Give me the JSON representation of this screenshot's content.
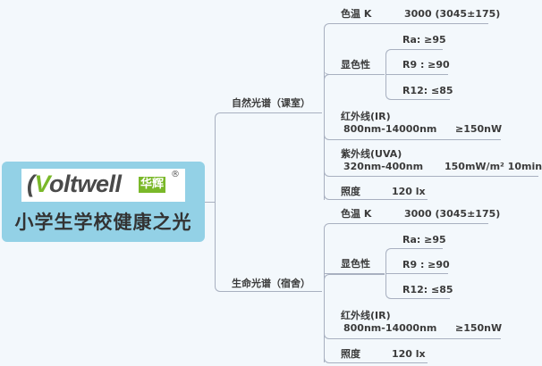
{
  "root": {
    "logo": {
      "brand_prefix": "(",
      "brand_v": "V",
      "brand_rest": "oltwell",
      "brand_cn": "华辉",
      "registered": "®"
    },
    "title": "小学生学校健康之光"
  },
  "branches": [
    {
      "label": "自然光谱（课室）",
      "items": {
        "color_temp": {
          "label": "色温 K",
          "value": "3000 (3045±175)"
        },
        "cri": {
          "label": "显色性",
          "sub": [
            "Ra: ≥95",
            "R9 : ≥90",
            "R12:  ≤85"
          ]
        },
        "ir": {
          "label": "红外线(IR)",
          "range": "800nm-14000nm",
          "value": "≥150nW"
        },
        "uva": {
          "label": "紫外线(UVA)",
          "range": "320nm-400nm",
          "value": "150mW/m² 10min"
        },
        "illuminance": {
          "label": "照度",
          "value": "120 lx"
        }
      }
    },
    {
      "label": "生命光谱（宿舍）",
      "items": {
        "color_temp": {
          "label": "色温 K",
          "value": "3000 (3045±175)"
        },
        "cri": {
          "label": "显色性",
          "sub": [
            "Ra: ≥95",
            "R9 : ≥90",
            "R12:  ≤85"
          ]
        },
        "ir": {
          "label": "红外线(IR)",
          "range": "800nm-14000nm",
          "value": "≥150nW"
        },
        "illuminance": {
          "label": "照度",
          "value": "120 lx"
        }
      }
    }
  ],
  "colors": {
    "background": "#f3f8fc",
    "root_fill": "#93d1e6",
    "connector": "#a8b0c0",
    "brand_green": "#7ab829"
  }
}
